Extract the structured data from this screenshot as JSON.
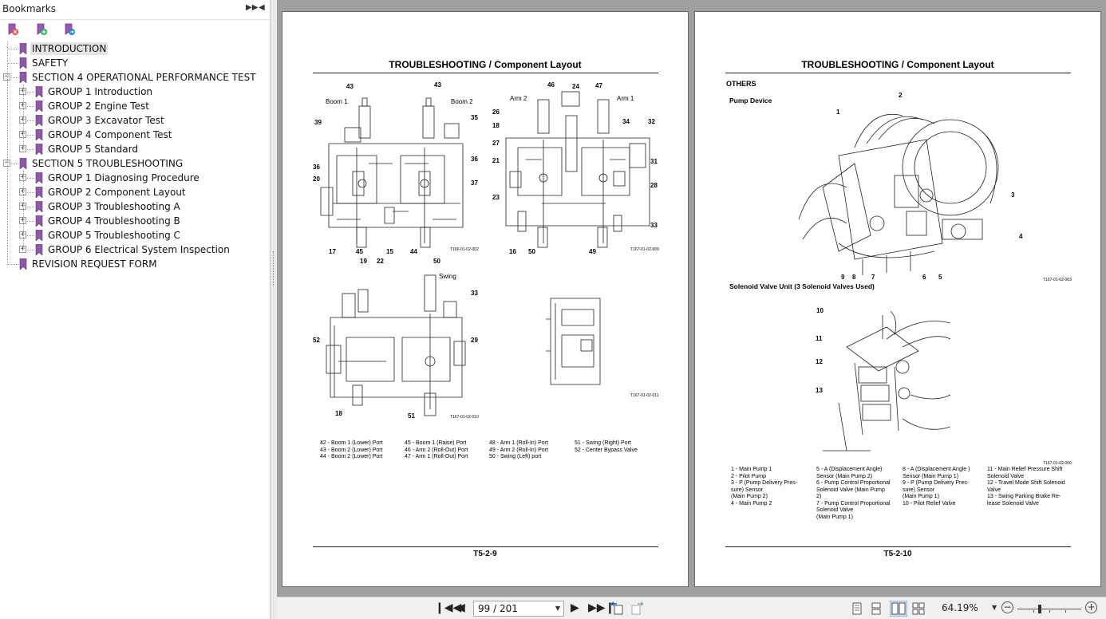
{
  "sidebar": {
    "title": "Bookmarks",
    "header_buttons": [
      "expand-panel",
      "collapse-panel"
    ],
    "toolbar": [
      "delete-bookmark-icon",
      "new-bookmark-icon",
      "goto-bookmark-icon"
    ],
    "items": [
      {
        "label": "INTRODUCTION",
        "level": 0,
        "expandable": false,
        "selected": true
      },
      {
        "label": "SAFETY",
        "level": 0,
        "expandable": false
      },
      {
        "label": "SECTION 4 OPERATIONAL PERFORMANCE TEST",
        "level": 0,
        "expandable": true,
        "expanded": true
      },
      {
        "label": "GROUP 1 Introduction",
        "level": 1,
        "expandable": true
      },
      {
        "label": "GROUP 2 Engine Test",
        "level": 1,
        "expandable": true
      },
      {
        "label": "GROUP 3 Excavator Test",
        "level": 1,
        "expandable": true
      },
      {
        "label": "GROUP 4 Component Test",
        "level": 1,
        "expandable": true
      },
      {
        "label": "GROUP 5 Standard",
        "level": 1,
        "expandable": true
      },
      {
        "label": "SECTION 5 TROUBLESHOOTING",
        "level": 0,
        "expandable": true,
        "expanded": true
      },
      {
        "label": "GROUP 1 Diagnosing Procedure",
        "level": 1,
        "expandable": true
      },
      {
        "label": "GROUP 2 Component Layout",
        "level": 1,
        "expandable": true
      },
      {
        "label": "GROUP 3 Troubleshooting A",
        "level": 1,
        "expandable": true
      },
      {
        "label": "GROUP 4 Troubleshooting B",
        "level": 1,
        "expandable": true
      },
      {
        "label": "GROUP 5 Troubleshooting C",
        "level": 1,
        "expandable": true
      },
      {
        "label": "GROUP 6 Electrical System Inspection",
        "level": 1,
        "expandable": true
      },
      {
        "label": "REVISION REQUEST FORM",
        "level": 0,
        "expandable": false
      }
    ]
  },
  "left_page": {
    "title": "TROUBLESHOOTING / Component Layout",
    "page_number": "T5-2-9",
    "labels": {
      "boom1": "Boom 1",
      "boom2": "Boom 2",
      "arm2": "Arm 2",
      "arm1": "Arm 1",
      "swing": "Swing"
    },
    "figure_ids": [
      "T166-01-02-002",
      "T167-01-02-009",
      "T167-01-02-010",
      "T167-01-02-011"
    ],
    "callouts_a": [
      "43",
      "43",
      "39",
      "35",
      "36",
      "20",
      "36",
      "37",
      "17",
      "45",
      "15",
      "44"
    ],
    "callouts_b": [
      "46",
      "24",
      "47",
      "26",
      "18",
      "34",
      "32",
      "27",
      "21",
      "31",
      "23",
      "28",
      "33",
      "16",
      "50",
      "49"
    ],
    "callouts_c": [
      "19",
      "22",
      "50",
      "33",
      "52",
      "29",
      "18",
      "51"
    ],
    "legend": [
      [
        "42 - Boom 1 (Lower) Port",
        "43 - Boom 2 (Lower) Port",
        "44 - Boom 2 (Lower) Port"
      ],
      [
        "45 - Boom 1 (Raise) Port",
        "46 - Arm 2 (Roll-Out) Port",
        "47 - Arm 1 (Roll-Out) Port"
      ],
      [
        "48 - Arm 1 (Roll-In) Port",
        "49 - Arm 2 (Roll-In) Port",
        "50 - Swing (Left) port"
      ],
      [
        "51 - Swing (Right) Port",
        "52 - Center Bypass Valve"
      ]
    ]
  },
  "right_page": {
    "title": "TROUBLESHOOTING / Component Layout",
    "page_number": "T5-2-10",
    "section": "OTHERS",
    "pump_label": "Pump Device",
    "solenoid_label": "Solenoid Valve Unit (3 Solenoid Valves Used)",
    "figure_ids": [
      "T167-01-02-003",
      "T167-01-02-006"
    ],
    "pump_callouts": [
      "2",
      "1",
      "3",
      "4",
      "9",
      "8",
      "7",
      "6",
      "5"
    ],
    "solenoid_callouts": [
      "10",
      "11",
      "12",
      "13"
    ],
    "legend": [
      [
        "1 -    Main Pump 1",
        "2 -    Pilot Pump",
        "3 -    P (Pump Delivery Pres-",
        "        sure) Sensor",
        "        (Main Pump 2)",
        "4 -    Main Pump 2"
      ],
      [
        "5 -    A (Displacement Angle)",
        "        Sensor (Main Pump 2)",
        "6 -    Pump Control Proportional",
        "        Solenoid Valve (Main Pump",
        "        2)",
        "7 -    Pump Control Proportional",
        "        Solenoid Valve",
        "        (Main Pump 1)"
      ],
      [
        "8 -    A (Displacement Angle )",
        "        Sensor (Main Pump 1)",
        "9 -    P (Pump Delivery Pres-",
        "        sure) Sensor",
        "        (Main Pump 1)",
        "10 -  Pilot Relief Valve"
      ],
      [
        "11 - Main Relief Pressure Shift",
        "        Solenoid Valve",
        "12 - Travel Mode Shift Solenoid",
        "        Valve",
        "13 - Swing Parking Brake Re-",
        "        lease Solenoid Valve"
      ]
    ]
  },
  "bottombar": {
    "page_indicator": "99 / 201",
    "zoom": "64.19%",
    "zoom_level_fraction": 0.35
  }
}
